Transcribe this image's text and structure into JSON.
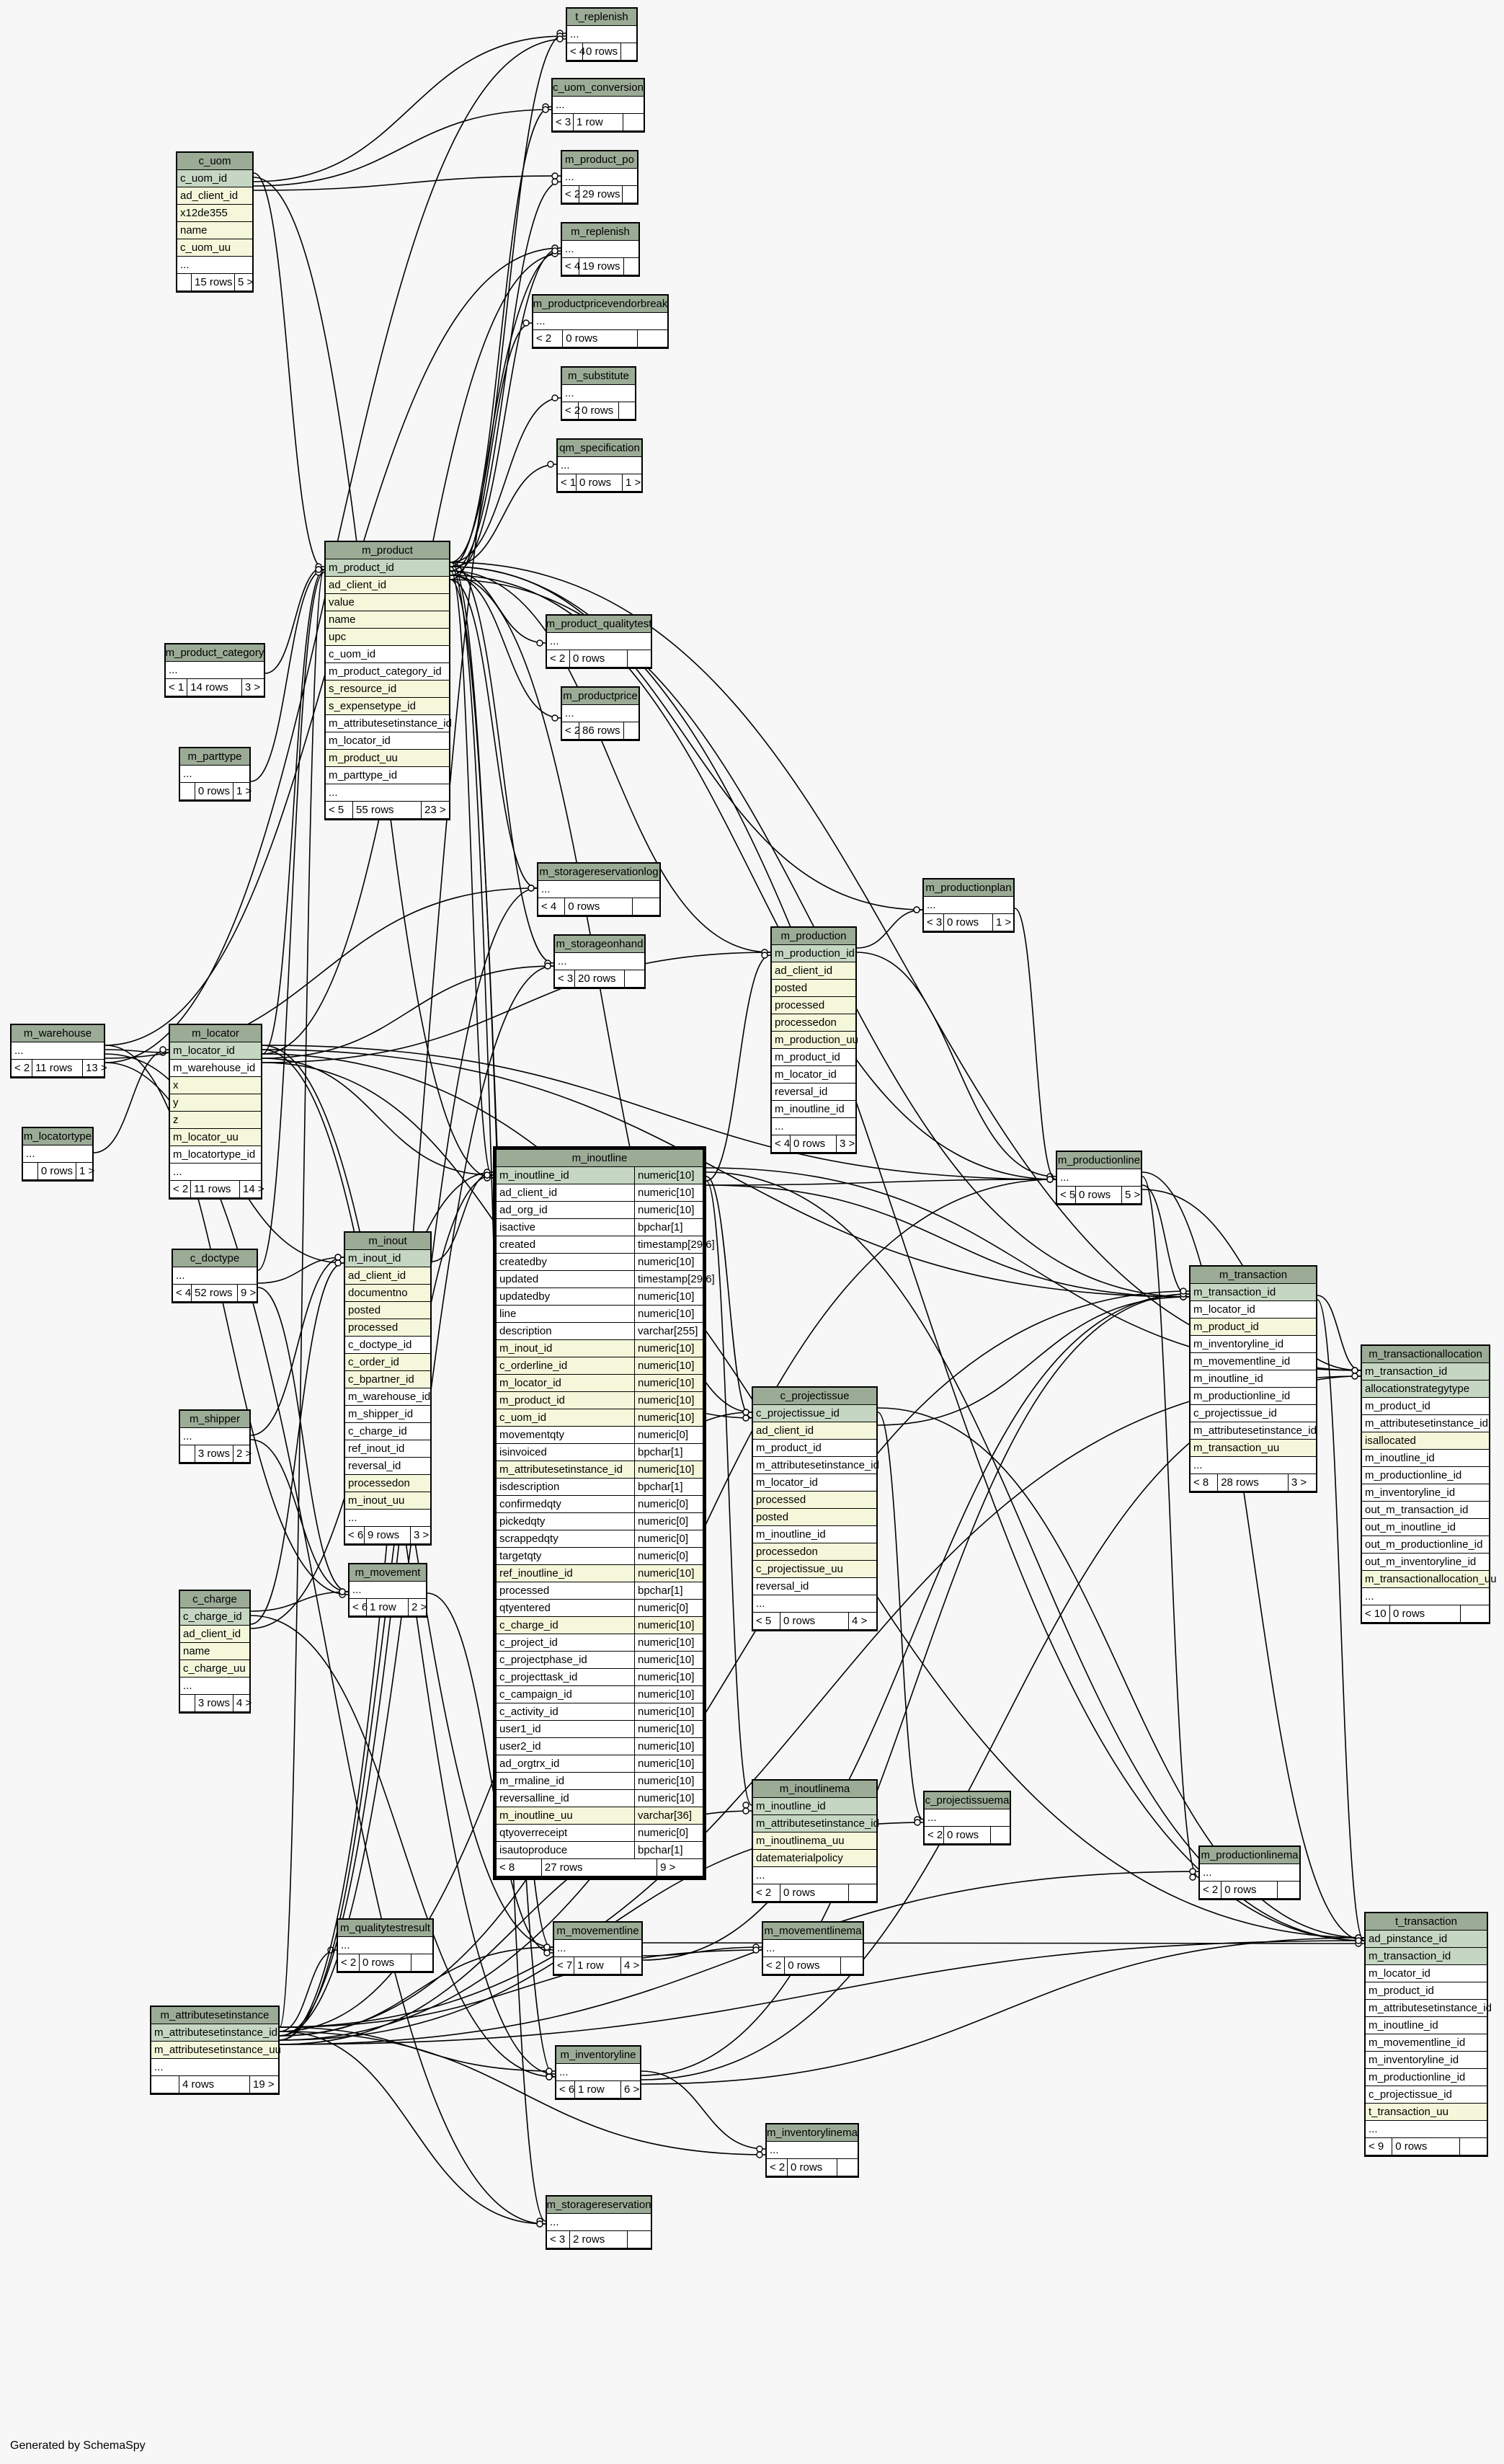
{
  "footer": "Generated by SchemaSpy",
  "colors": {
    "header": "#9bab96",
    "pk": "#c5d6c2",
    "indexed": "#f4f7da",
    "line": "#000000",
    "background": "#f7f7f7"
  },
  "tables": [
    {
      "id": "t_replenish",
      "name": "t_replenish",
      "cols": [
        "..."
      ],
      "foot": [
        "< 4",
        "0 rows",
        ""
      ]
    },
    {
      "id": "c_uom_conversion",
      "name": "c_uom_conversion",
      "cols": [
        "..."
      ],
      "foot": [
        "< 3",
        "1 row",
        ""
      ]
    },
    {
      "id": "m_product_po",
      "name": "m_product_po",
      "cols": [
        "..."
      ],
      "foot": [
        "< 2",
        "29 rows",
        ""
      ]
    },
    {
      "id": "m_replenish",
      "name": "m_replenish",
      "cols": [
        "..."
      ],
      "foot": [
        "< 4",
        "19 rows",
        ""
      ]
    },
    {
      "id": "m_productpricevendorbreak",
      "name": "m_productpricevendorbreak",
      "cols": [
        "..."
      ],
      "foot": [
        "< 2",
        "0 rows",
        ""
      ]
    },
    {
      "id": "m_substitute",
      "name": "m_substitute",
      "cols": [
        "..."
      ],
      "foot": [
        "< 2",
        "0 rows",
        ""
      ]
    },
    {
      "id": "qm_specification",
      "name": "qm_specification",
      "cols": [
        "..."
      ],
      "foot": [
        "< 1",
        "0 rows",
        "1 >"
      ]
    },
    {
      "id": "c_uom",
      "name": "c_uom",
      "cols": [
        "c_uom_id",
        "ad_client_id",
        "x12de355",
        "name",
        "c_uom_uu",
        "..."
      ],
      "foot": [
        "",
        "15 rows",
        "5 >"
      ]
    },
    {
      "id": "m_product",
      "name": "m_product",
      "cols": [
        "m_product_id",
        "ad_client_id",
        "value",
        "name",
        "upc",
        "c_uom_id",
        "m_product_category_id",
        "s_resource_id",
        "s_expensetype_id",
        "m_attributesetinstance_id",
        "m_locator_id",
        "m_product_uu",
        "m_parttype_id",
        "..."
      ],
      "foot": [
        "< 5",
        "55 rows",
        "23 >"
      ]
    },
    {
      "id": "m_product_category",
      "name": "m_product_category",
      "cols": [
        "..."
      ],
      "foot": [
        "< 1",
        "14 rows",
        "3 >"
      ]
    },
    {
      "id": "m_parttype",
      "name": "m_parttype",
      "cols": [
        "..."
      ],
      "foot": [
        "",
        "0 rows",
        "1 >"
      ]
    },
    {
      "id": "m_product_qualitytest",
      "name": "m_product_qualitytest",
      "cols": [
        "..."
      ],
      "foot": [
        "< 2",
        "0 rows",
        ""
      ]
    },
    {
      "id": "m_productprice",
      "name": "m_productprice",
      "cols": [
        "..."
      ],
      "foot": [
        "< 2",
        "86 rows",
        ""
      ]
    },
    {
      "id": "m_storagereservationlog",
      "name": "m_storagereservationlog",
      "cols": [
        "..."
      ],
      "foot": [
        "< 4",
        "0 rows",
        ""
      ]
    },
    {
      "id": "m_productionplan",
      "name": "m_productionplan",
      "cols": [
        "..."
      ],
      "foot": [
        "< 3",
        "0 rows",
        "1 >"
      ]
    },
    {
      "id": "m_storageonhand",
      "name": "m_storageonhand",
      "cols": [
        "..."
      ],
      "foot": [
        "< 3",
        "20 rows",
        ""
      ]
    },
    {
      "id": "m_production",
      "name": "m_production",
      "cols": [
        "m_production_id",
        "ad_client_id",
        "posted",
        "processed",
        "processedon",
        "m_production_uu",
        "m_product_id",
        "m_locator_id",
        "reversal_id",
        "m_inoutline_id",
        "..."
      ],
      "foot": [
        "< 4",
        "0 rows",
        "3 >"
      ]
    },
    {
      "id": "m_warehouse",
      "name": "m_warehouse",
      "cols": [
        "..."
      ],
      "foot": [
        "< 2",
        "11 rows",
        "13 >"
      ]
    },
    {
      "id": "m_locator",
      "name": "m_locator",
      "cols": [
        "m_locator_id",
        "m_warehouse_id",
        "x",
        "y",
        "z",
        "m_locator_uu",
        "m_locatortype_id",
        "..."
      ],
      "foot": [
        "< 2",
        "11 rows",
        "14 >"
      ]
    },
    {
      "id": "m_locatortype",
      "name": "m_locatortype",
      "cols": [
        "..."
      ],
      "foot": [
        "",
        "0 rows",
        "1 >"
      ]
    },
    {
      "id": "m_productionline",
      "name": "m_productionline",
      "cols": [
        "..."
      ],
      "foot": [
        "< 5",
        "0 rows",
        "5 >"
      ]
    },
    {
      "id": "c_doctype",
      "name": "c_doctype",
      "cols": [
        "..."
      ],
      "foot": [
        "< 4",
        "52 rows",
        "9 >"
      ]
    },
    {
      "id": "m_inout",
      "name": "m_inout",
      "cols": [
        "m_inout_id",
        "ad_client_id",
        "documentno",
        "posted",
        "processed",
        "c_doctype_id",
        "c_order_id",
        "c_bpartner_id",
        "m_warehouse_id",
        "m_shipper_id",
        "c_charge_id",
        "ref_inout_id",
        "reversal_id",
        "processedon",
        "m_inout_uu",
        "..."
      ],
      "foot": [
        "< 6",
        "9 rows",
        "3 >"
      ]
    },
    {
      "id": "m_inoutline",
      "name": "m_inoutline",
      "cols": [
        [
          "m_inoutline_id",
          "numeric[10]"
        ],
        [
          "ad_client_id",
          "numeric[10]"
        ],
        [
          "ad_org_id",
          "numeric[10]"
        ],
        [
          "isactive",
          "bpchar[1]"
        ],
        [
          "created",
          "timestamp[29,6]"
        ],
        [
          "createdby",
          "numeric[10]"
        ],
        [
          "updated",
          "timestamp[29,6]"
        ],
        [
          "updatedby",
          "numeric[10]"
        ],
        [
          "line",
          "numeric[10]"
        ],
        [
          "description",
          "varchar[255]"
        ],
        [
          "m_inout_id",
          "numeric[10]"
        ],
        [
          "c_orderline_id",
          "numeric[10]"
        ],
        [
          "m_locator_id",
          "numeric[10]"
        ],
        [
          "m_product_id",
          "numeric[10]"
        ],
        [
          "c_uom_id",
          "numeric[10]"
        ],
        [
          "movementqty",
          "numeric[0]"
        ],
        [
          "isinvoiced",
          "bpchar[1]"
        ],
        [
          "m_attributesetinstance_id",
          "numeric[10]"
        ],
        [
          "isdescription",
          "bpchar[1]"
        ],
        [
          "confirmedqty",
          "numeric[0]"
        ],
        [
          "pickedqty",
          "numeric[0]"
        ],
        [
          "scrappedqty",
          "numeric[0]"
        ],
        [
          "targetqty",
          "numeric[0]"
        ],
        [
          "ref_inoutline_id",
          "numeric[10]"
        ],
        [
          "processed",
          "bpchar[1]"
        ],
        [
          "qtyentered",
          "numeric[0]"
        ],
        [
          "c_charge_id",
          "numeric[10]"
        ],
        [
          "c_project_id",
          "numeric[10]"
        ],
        [
          "c_projectphase_id",
          "numeric[10]"
        ],
        [
          "c_projecttask_id",
          "numeric[10]"
        ],
        [
          "c_campaign_id",
          "numeric[10]"
        ],
        [
          "c_activity_id",
          "numeric[10]"
        ],
        [
          "user1_id",
          "numeric[10]"
        ],
        [
          "user2_id",
          "numeric[10]"
        ],
        [
          "ad_orgtrx_id",
          "numeric[10]"
        ],
        [
          "m_rmaline_id",
          "numeric[10]"
        ],
        [
          "reversalline_id",
          "numeric[10]"
        ],
        [
          "m_inoutline_uu",
          "varchar[36]"
        ],
        [
          "qtyoverreceipt",
          "numeric[0]"
        ],
        [
          "isautoproduce",
          "bpchar[1]"
        ]
      ],
      "foot": [
        "< 8",
        "27 rows",
        "9 >"
      ]
    },
    {
      "id": "m_transaction",
      "name": "m_transaction",
      "cols": [
        "m_transaction_id",
        "m_locator_id",
        "m_product_id",
        "m_inventoryline_id",
        "m_movementline_id",
        "m_inoutline_id",
        "m_productionline_id",
        "c_projectissue_id",
        "m_attributesetinstance_id",
        "m_transaction_uu",
        "..."
      ],
      "foot": [
        "< 8",
        "28 rows",
        "3 >"
      ]
    },
    {
      "id": "m_transactionallocation",
      "name": "m_transactionallocation",
      "cols": [
        "m_transaction_id",
        "allocationstrategytype",
        "m_product_id",
        "m_attributesetinstance_id",
        "isallocated",
        "m_inoutline_id",
        "m_productionline_id",
        "m_inventoryline_id",
        "out_m_transaction_id",
        "out_m_inoutline_id",
        "out_m_productionline_id",
        "out_m_inventoryline_id",
        "m_transactionallocation_uu",
        "..."
      ],
      "foot": [
        "< 10",
        "0 rows",
        ""
      ]
    },
    {
      "id": "c_projectissue",
      "name": "c_projectissue",
      "cols": [
        "c_projectissue_id",
        "ad_client_id",
        "m_product_id",
        "m_attributesetinstance_id",
        "m_locator_id",
        "processed",
        "posted",
        "m_inoutline_id",
        "processedon",
        "c_projectissue_uu",
        "reversal_id",
        "..."
      ],
      "foot": [
        "< 5",
        "0 rows",
        "4 >"
      ]
    },
    {
      "id": "m_shipper",
      "name": "m_shipper",
      "cols": [
        "..."
      ],
      "foot": [
        "",
        "3 rows",
        "2 >"
      ]
    },
    {
      "id": "m_movement",
      "name": "m_movement",
      "cols": [
        "..."
      ],
      "foot": [
        "< 6",
        "1 row",
        "2 >"
      ]
    },
    {
      "id": "c_charge",
      "name": "c_charge",
      "cols": [
        "c_charge_id",
        "ad_client_id",
        "name",
        "c_charge_uu",
        "..."
      ],
      "foot": [
        "",
        "3 rows",
        "4 >"
      ]
    },
    {
      "id": "m_inoutlinema",
      "name": "m_inoutlinema",
      "cols": [
        "m_inoutline_id",
        "m_attributesetinstance_id",
        "m_inoutlinema_uu",
        "datematerialpolicy",
        "..."
      ],
      "foot": [
        "< 2",
        "0 rows",
        ""
      ]
    },
    {
      "id": "c_projectissuema",
      "name": "c_projectissuema",
      "cols": [
        "..."
      ],
      "foot": [
        "< 2",
        "0 rows",
        ""
      ]
    },
    {
      "id": "m_productionlinema",
      "name": "m_productionlinema",
      "cols": [
        "..."
      ],
      "foot": [
        "< 2",
        "0 rows",
        ""
      ]
    },
    {
      "id": "m_qualitytestresult",
      "name": "m_qualitytestresult",
      "cols": [
        "..."
      ],
      "foot": [
        "< 2",
        "0 rows",
        ""
      ]
    },
    {
      "id": "m_movementline",
      "name": "m_movementline",
      "cols": [
        "..."
      ],
      "foot": [
        "< 7",
        "1 row",
        "4 >"
      ]
    },
    {
      "id": "m_movementlinema",
      "name": "m_movementlinema",
      "cols": [
        "..."
      ],
      "foot": [
        "< 2",
        "0 rows",
        ""
      ]
    },
    {
      "id": "t_transaction",
      "name": "t_transaction",
      "cols": [
        "ad_pinstance_id",
        "m_transaction_id",
        "m_locator_id",
        "m_product_id",
        "m_attributesetinstance_id",
        "m_inoutline_id",
        "m_movementline_id",
        "m_inventoryline_id",
        "m_productionline_id",
        "c_projectissue_id",
        "t_transaction_uu",
        "..."
      ],
      "foot": [
        "< 9",
        "0 rows",
        ""
      ]
    },
    {
      "id": "m_attributesetinstance",
      "name": "m_attributesetinstance",
      "cols": [
        "m_attributesetinstance_id",
        "m_attributesetinstance_uu",
        "..."
      ],
      "foot": [
        "",
        "4 rows",
        "19 >"
      ]
    },
    {
      "id": "m_inventoryline",
      "name": "m_inventoryline",
      "cols": [
        "..."
      ],
      "foot": [
        "< 6",
        "1 row",
        "6 >"
      ]
    },
    {
      "id": "m_inventorylinema",
      "name": "m_inventorylinema",
      "cols": [
        "..."
      ],
      "foot": [
        "< 2",
        "0 rows",
        ""
      ]
    },
    {
      "id": "m_storagereservation",
      "name": "m_storagereservation",
      "cols": [
        "..."
      ],
      "foot": [
        "< 3",
        "2 rows",
        ""
      ]
    }
  ]
}
